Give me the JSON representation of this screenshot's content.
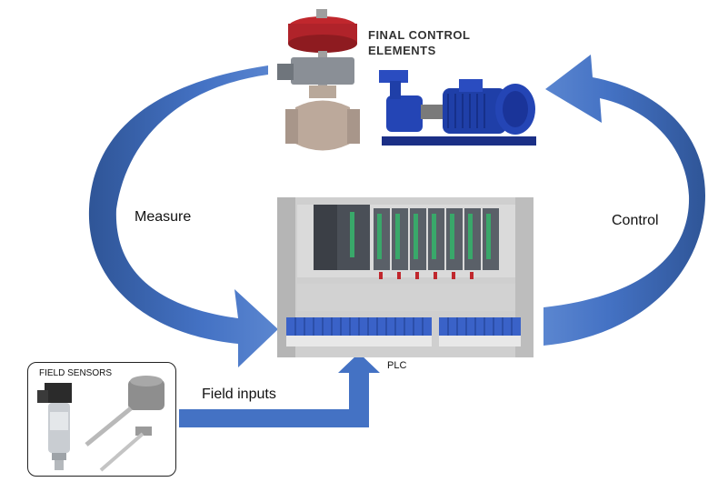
{
  "labels": {
    "final_control": "FINAL CONTROL ELEMENTS",
    "field_sensors": "FIELD SENSORS",
    "measure": "Measure",
    "control": "Control",
    "field_inputs": "Field inputs",
    "plc": "PLC"
  },
  "colors": {
    "arrow_blue": "#4472C4",
    "arrow_dark": "#2F5597",
    "valve_red": "#C0272D",
    "pump_blue": "#1F3FA8",
    "panel_grey": "#C8C8C8",
    "module_green": "#2E8B57"
  },
  "icons": [
    "control-valve-icon",
    "centrifugal-pump-icon",
    "plc-cabinet-icon",
    "pressure-transmitter-icon",
    "temperature-sensor-icon"
  ]
}
